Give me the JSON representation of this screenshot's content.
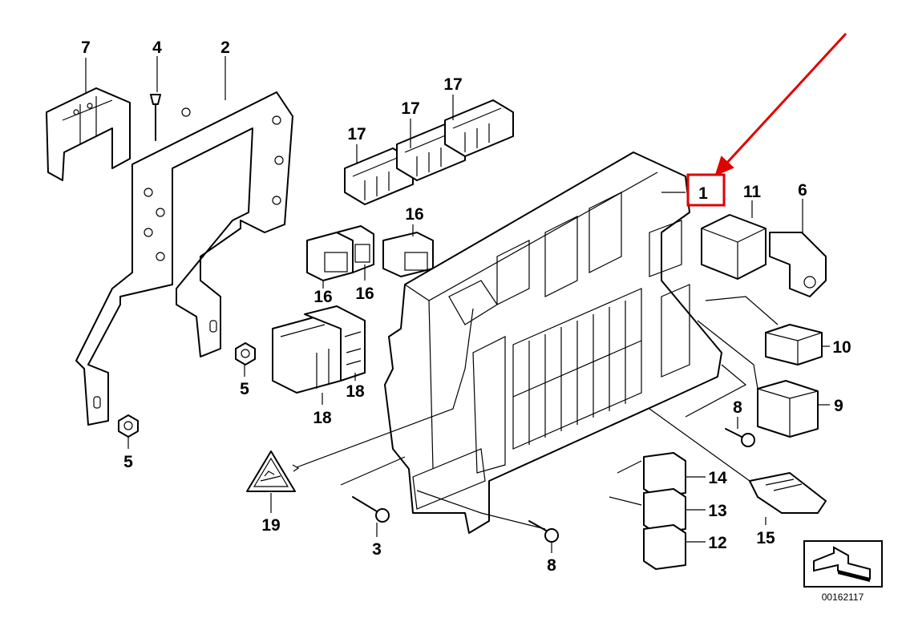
{
  "diagram": {
    "callouts": {
      "c1": "1",
      "c2": "2",
      "c3": "3",
      "c4": "4",
      "c5a": "5",
      "c5b": "5",
      "c6": "6",
      "c7": "7",
      "c8a": "8",
      "c8b": "8",
      "c9": "9",
      "c10": "10",
      "c11": "11",
      "c12": "12",
      "c13": "13",
      "c14": "14",
      "c15": "15",
      "c16a": "16",
      "c16b": "16",
      "c16c": "16",
      "c17a": "17",
      "c17b": "17",
      "c17c": "17",
      "c18a": "18",
      "c18b": "18",
      "c19": "19"
    },
    "reference_number": "00162117",
    "highlight": {
      "target": "1",
      "box_color": "#e00000",
      "arrow_color": "#e00000"
    }
  }
}
